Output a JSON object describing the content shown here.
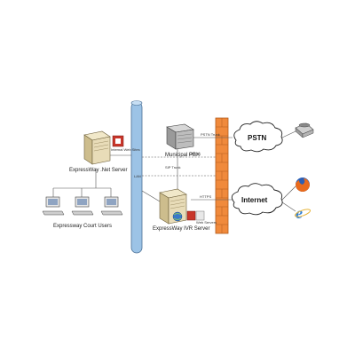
{
  "nodes": {
    "net_server": "ExpressWay .Net Server",
    "ivr_server": "ExpressWay IVR Server",
    "pbx": "Municipal PBX",
    "court_users": "Expressway Court Users",
    "pstn": "PSTN",
    "internet": "Internet",
    "net_server_badge": "Internal Web Sites",
    "ivr_badge": "Web Servers"
  },
  "links": {
    "pbx_ivr": "SIP Trunk",
    "pbx_pstn": "PSTN Trunk",
    "https_top": "HTTPS",
    "https_mid": "HTTPS",
    "backbone": "LAN"
  },
  "colors": {
    "firewall": "#f08a3c",
    "backbone": "#9cc3e6",
    "cloud_stroke": "#222222",
    "server_beige": "#e8dcb8",
    "badge_red": "#c8352a"
  }
}
